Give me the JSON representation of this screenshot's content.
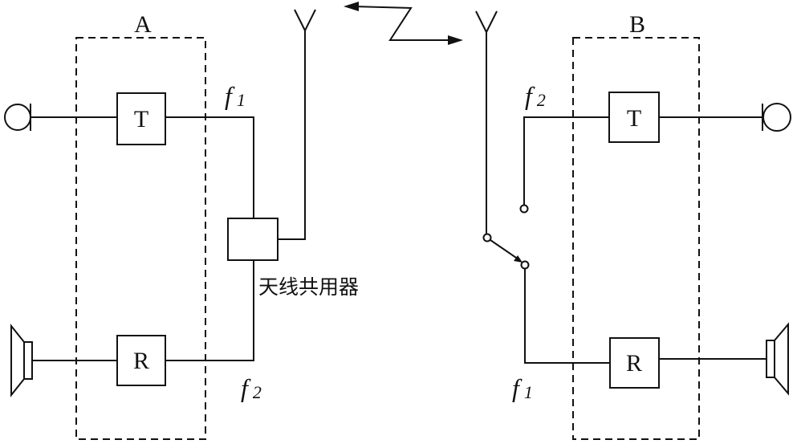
{
  "stations": {
    "a": {
      "label": "A",
      "tx": "T",
      "rx": "R"
    },
    "b": {
      "label": "B",
      "tx": "T",
      "rx": "R"
    }
  },
  "duplexer_label": "天线共用器",
  "freq": {
    "symbol": "f",
    "a_tx_sub": "1",
    "a_rx_sub": "2",
    "b_tx_sub": "2",
    "b_rx_sub": "1"
  }
}
